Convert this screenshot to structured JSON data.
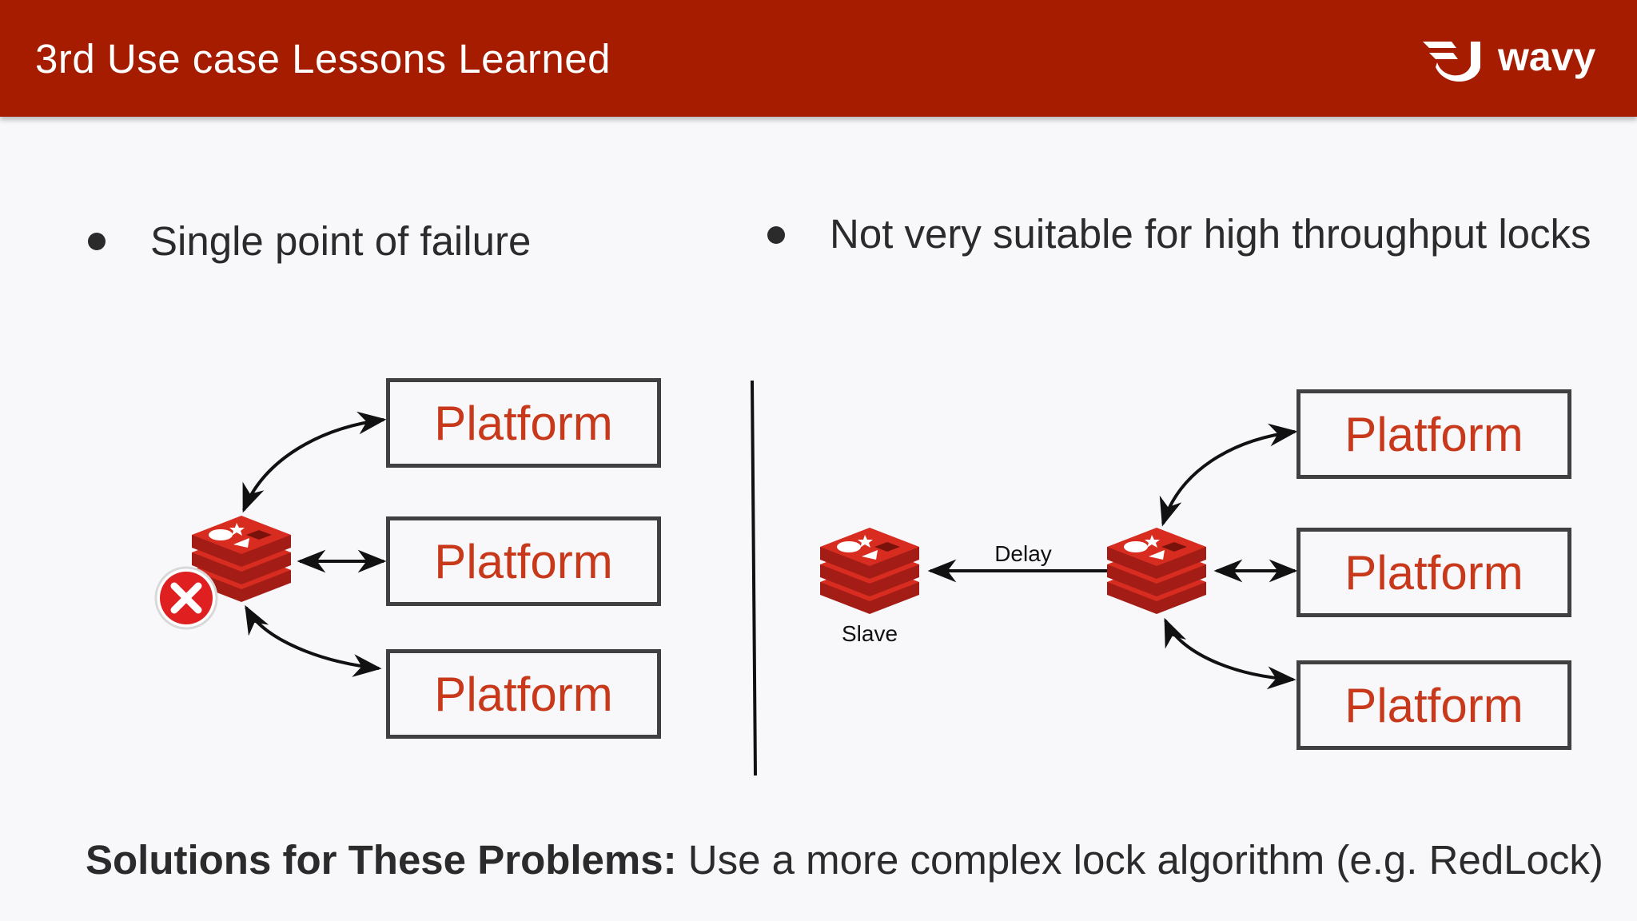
{
  "header": {
    "title": "3rd Use case Lessons Learned",
    "brand": "wavy",
    "color": "#a51c00"
  },
  "left": {
    "bullet": "Single point of failure",
    "platforms": [
      "Platform",
      "Platform",
      "Platform"
    ]
  },
  "right": {
    "bullet": "Not very suitable for high throughput locks",
    "platforms": [
      "Platform",
      "Platform",
      "Platform"
    ],
    "slave_label": "Slave",
    "delay_label": "Delay"
  },
  "solutions": {
    "heading": "Solutions for These Problems:",
    "text": " Use a more complex lock algorithm (e.g. RedLock)"
  },
  "colors": {
    "redis_red": "#d82c20",
    "platform_text": "#c8381a",
    "error_icon": "#e02020"
  }
}
